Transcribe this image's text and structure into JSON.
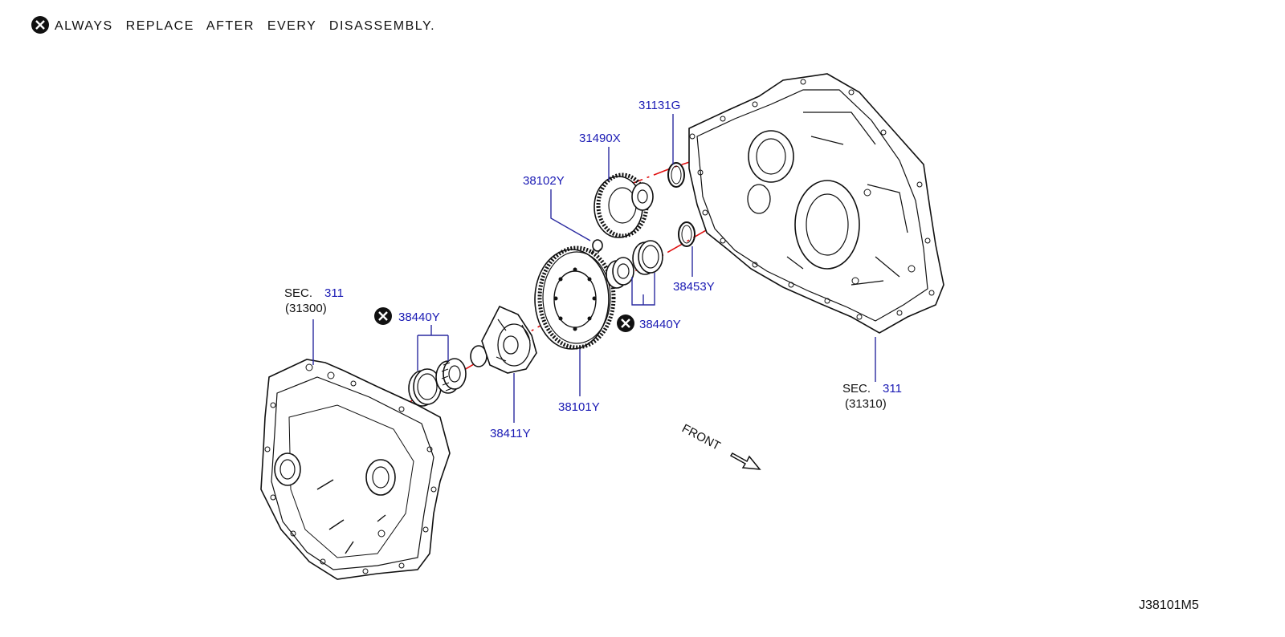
{
  "header": {
    "note": "ALWAYS REPLACE AFTER EVERY DISASSEMBLY."
  },
  "footer": {
    "diagram_code": "J38101M5"
  },
  "direction": {
    "label": "FRONT"
  },
  "sections": {
    "left": {
      "sec": "SEC.",
      "num": "311",
      "code": "(31300)"
    },
    "right": {
      "sec": "SEC.",
      "num": "311",
      "code": "(31310)"
    }
  },
  "parts": {
    "p31131G": "31131G",
    "p31490X": "31490X",
    "p38102Y": "38102Y",
    "p38453Y": "38453Y",
    "p38440Y_left": "38440Y",
    "p38440Y_right": "38440Y",
    "p38101Y": "38101Y",
    "p38411Y": "38411Y"
  },
  "colors": {
    "part_number": "#1a1ab4",
    "centerline": "#e01010",
    "line_art": "#111111"
  },
  "icons": {
    "replace_marker": "x-circle-icon",
    "front_arrow": "arrow-icon"
  }
}
